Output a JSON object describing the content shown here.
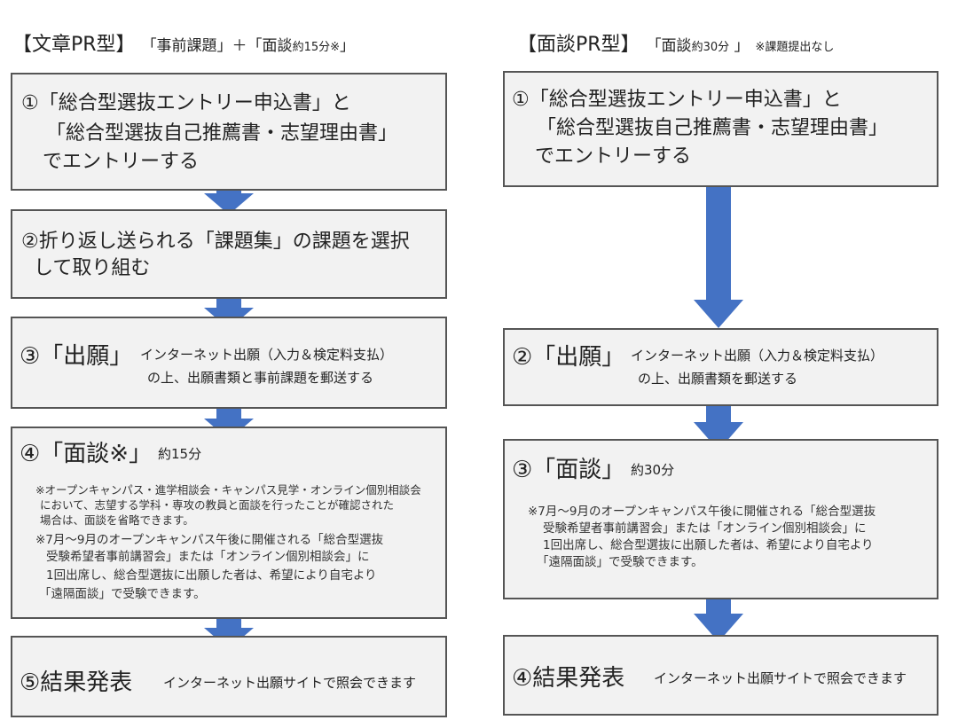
{
  "colors": {
    "arrow": "#4472c4",
    "box_fill": "#f2f2f2",
    "box_border": "#555555"
  },
  "left": {
    "title": "【文章PR型】",
    "subtitle_a": "「事前課題」＋「面談",
    "subtitle_small": "約15分※",
    "subtitle_b": "」",
    "steps": [
      {
        "lines": [
          "①「総合型選抜エントリー申込書」と",
          "「総合型選抜自己推薦書・志望理由書」",
          "でエントリーする"
        ]
      },
      {
        "lines": [
          "②折り返し送られる「課題集」の課題を選択",
          "して取り組む"
        ]
      },
      {
        "title": "③「出願」",
        "detail1": "インターネット出願（入力＆検定料支払）",
        "detail2": "の上、出願書類と事前課題を郵送する"
      },
      {
        "title": "④「面談※」",
        "duration": "約15分",
        "note1": [
          "※オープンキャンパス・進学相談会・キャンパス見学・オンライン個別相談会",
          "において、志望する学科・専攻の教員と面談を行ったことが確認された",
          "場合は、面談を省略できます。"
        ],
        "note2": [
          "※7月～9月のオープンキャンパス午後に開催される「総合型選抜",
          "受験希望者事前講習会」または「オンライン個別相談会」に",
          "1回出席し、総合型選抜に出願した者は、希望により自宅より",
          "「遠隔面談」で受験できます。"
        ]
      },
      {
        "title": "⑤結果発表",
        "detail": "インターネット出願サイトで照会できます"
      }
    ]
  },
  "right": {
    "title": "【面談PR型】",
    "subtitle_a": "「面談",
    "subtitle_small": "約30分",
    "subtitle_b": " 」",
    "subtitle_note": "※課題提出なし",
    "steps": [
      {
        "lines": [
          "①「総合型選抜エントリー申込書」と",
          "「総合型選抜自己推薦書・志望理由書」",
          "でエントリーする"
        ]
      },
      {
        "title": "②「出願」",
        "detail1": "インターネット出願（入力＆検定料支払）",
        "detail2": "の上、出願書類を郵送する"
      },
      {
        "title": "③「面談」",
        "duration": "約30分",
        "note": [
          "※7月～9月のオープンキャンパス午後に開催される「総合型選抜",
          "受験希望者事前講習会」または「オンライン個別相談会」に",
          "1回出席し、総合型選抜に出願した者は、希望により自宅より",
          "「遠隔面談」で受験できます。"
        ]
      },
      {
        "title": "④結果発表",
        "detail": "インターネット出願サイトで照会できます"
      }
    ]
  }
}
